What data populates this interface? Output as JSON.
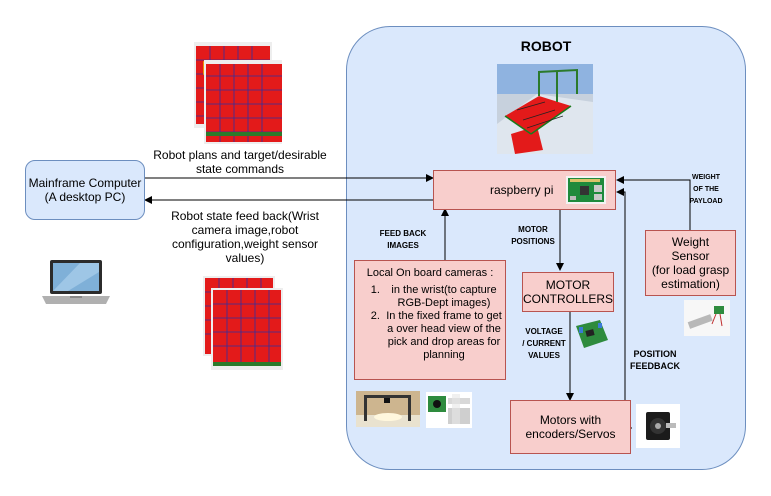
{
  "robot_title": "ROBOT",
  "mainframe": {
    "line1": "Mainframe Computer",
    "line2": "(A desktop PC)"
  },
  "raspberry": {
    "label": "raspberry pi"
  },
  "motor_controllers": {
    "line1": "MOTOR",
    "line2": "CONTROLLERS"
  },
  "motors": {
    "line1": "Motors with",
    "line2": "encoders/Servos"
  },
  "weight_sensor": {
    "line1": "Weight",
    "line2": "Sensor",
    "line3": "(for load grasp",
    "line4": "estimation)"
  },
  "cameras": {
    "title": "Local On board cameras :",
    "items": [
      "in the wrist(to capture RGB-Dept images)",
      "In the fixed frame to get a  over head view of the pick and drop areas for planning"
    ]
  },
  "edges": {
    "plans": {
      "line1": "Robot plans and target/desirable",
      "line2": "state commands"
    },
    "feedback": {
      "line1": "Robot state feed back(Wrist",
      "line2": "camera image,robot",
      "line3": "configuration,weight sensor",
      "line4": "values)"
    },
    "feedback_images": {
      "line1": "FEED BACK",
      "line2": "IMAGES"
    },
    "motor_positions": {
      "line1": "MOTOR",
      "line2": "POSITIONS"
    },
    "voltage": {
      "line1": "VOLTAGE",
      "line2": "/ CURRENT",
      "line3": "VALUES"
    },
    "position_feedback": {
      "line1": "POSITION",
      "line2": "FEEDBACK"
    },
    "weight_payload": {
      "line1": "WEIGHT",
      "line2": "OF THE",
      "line3": "PAYLOAD"
    }
  },
  "colors": {
    "panel": "#dae8fc",
    "panel_border": "#6c8ebf",
    "node_pink": "#f8cecc",
    "node_pink_border": "#b85450",
    "grid_red": "#e31a1a"
  }
}
